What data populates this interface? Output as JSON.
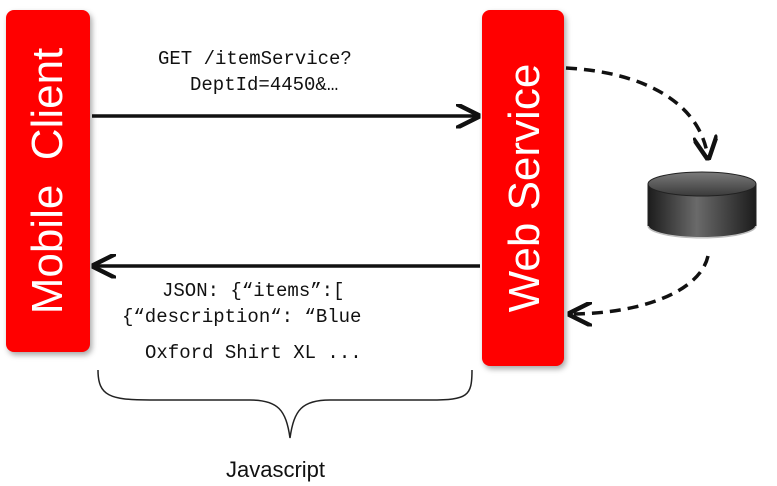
{
  "left_box": {
    "label": "Mobile  Client"
  },
  "right_box": {
    "label": "Web Service"
  },
  "request": {
    "line1": "GET /itemService?",
    "line2": "DeptId=4450&…"
  },
  "response": {
    "line1": "JSON: {“items”:[",
    "line2": "{“description“: “Blue",
    "line3": "Oxford Shirt XL ..."
  },
  "brace_label": "Javascript",
  "colors": {
    "box_red": "#ff0000",
    "database": "#3a3a3a",
    "arrow": "#111111"
  }
}
